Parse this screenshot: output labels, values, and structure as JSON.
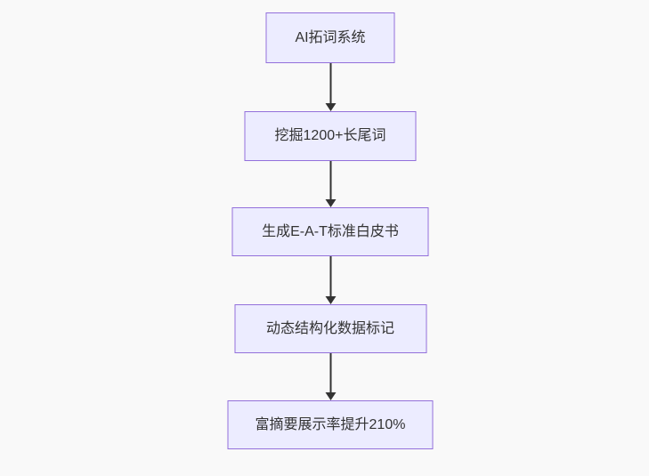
{
  "diagram": {
    "type": "flowchart",
    "direction": "top-to-bottom",
    "nodes": [
      {
        "id": "step-1",
        "label": "AI拓词系统"
      },
      {
        "id": "step-2",
        "label": "挖掘1200+长尾词"
      },
      {
        "id": "step-3",
        "label": "生成E-A-T标准白皮书"
      },
      {
        "id": "step-4",
        "label": "动态结构化数据标记"
      },
      {
        "id": "step-5",
        "label": "富摘要展示率提升210%"
      }
    ],
    "edges": [
      {
        "from": "step-1",
        "to": "step-2",
        "style": "arrow"
      },
      {
        "from": "step-2",
        "to": "step-3",
        "style": "arrow"
      },
      {
        "from": "step-3",
        "to": "step-4",
        "style": "arrow"
      },
      {
        "from": "step-4",
        "to": "step-5",
        "style": "arrow"
      }
    ],
    "colors": {
      "node_fill": "#ECECFF",
      "node_border": "#9370DB",
      "arrow": "#333333",
      "text": "#333333",
      "background": "#F9F9F9"
    }
  }
}
